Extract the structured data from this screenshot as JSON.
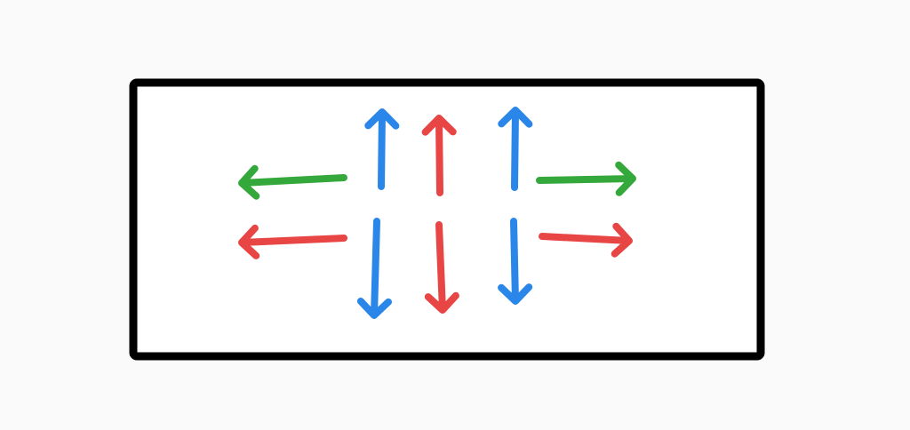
{
  "diagram": {
    "colors": {
      "background": "#fafafa",
      "frame_fill": "#ffffff",
      "frame_stroke": "#000000",
      "blue": "#2a86e8",
      "red": "#e84545",
      "green": "#35a83c"
    },
    "arrows": [
      {
        "name": "arrow-up-blue-left",
        "direction": "up",
        "color": "blue"
      },
      {
        "name": "arrow-up-red-center",
        "direction": "up",
        "color": "red"
      },
      {
        "name": "arrow-up-blue-right",
        "direction": "up",
        "color": "blue"
      },
      {
        "name": "arrow-down-blue-left",
        "direction": "down",
        "color": "blue"
      },
      {
        "name": "arrow-down-red-center",
        "direction": "down",
        "color": "red"
      },
      {
        "name": "arrow-down-blue-right",
        "direction": "down",
        "color": "blue"
      },
      {
        "name": "arrow-left-green",
        "direction": "left",
        "color": "green"
      },
      {
        "name": "arrow-left-red",
        "direction": "left",
        "color": "red"
      },
      {
        "name": "arrow-right-green",
        "direction": "right",
        "color": "green"
      },
      {
        "name": "arrow-right-red",
        "direction": "right",
        "color": "red"
      }
    ]
  }
}
